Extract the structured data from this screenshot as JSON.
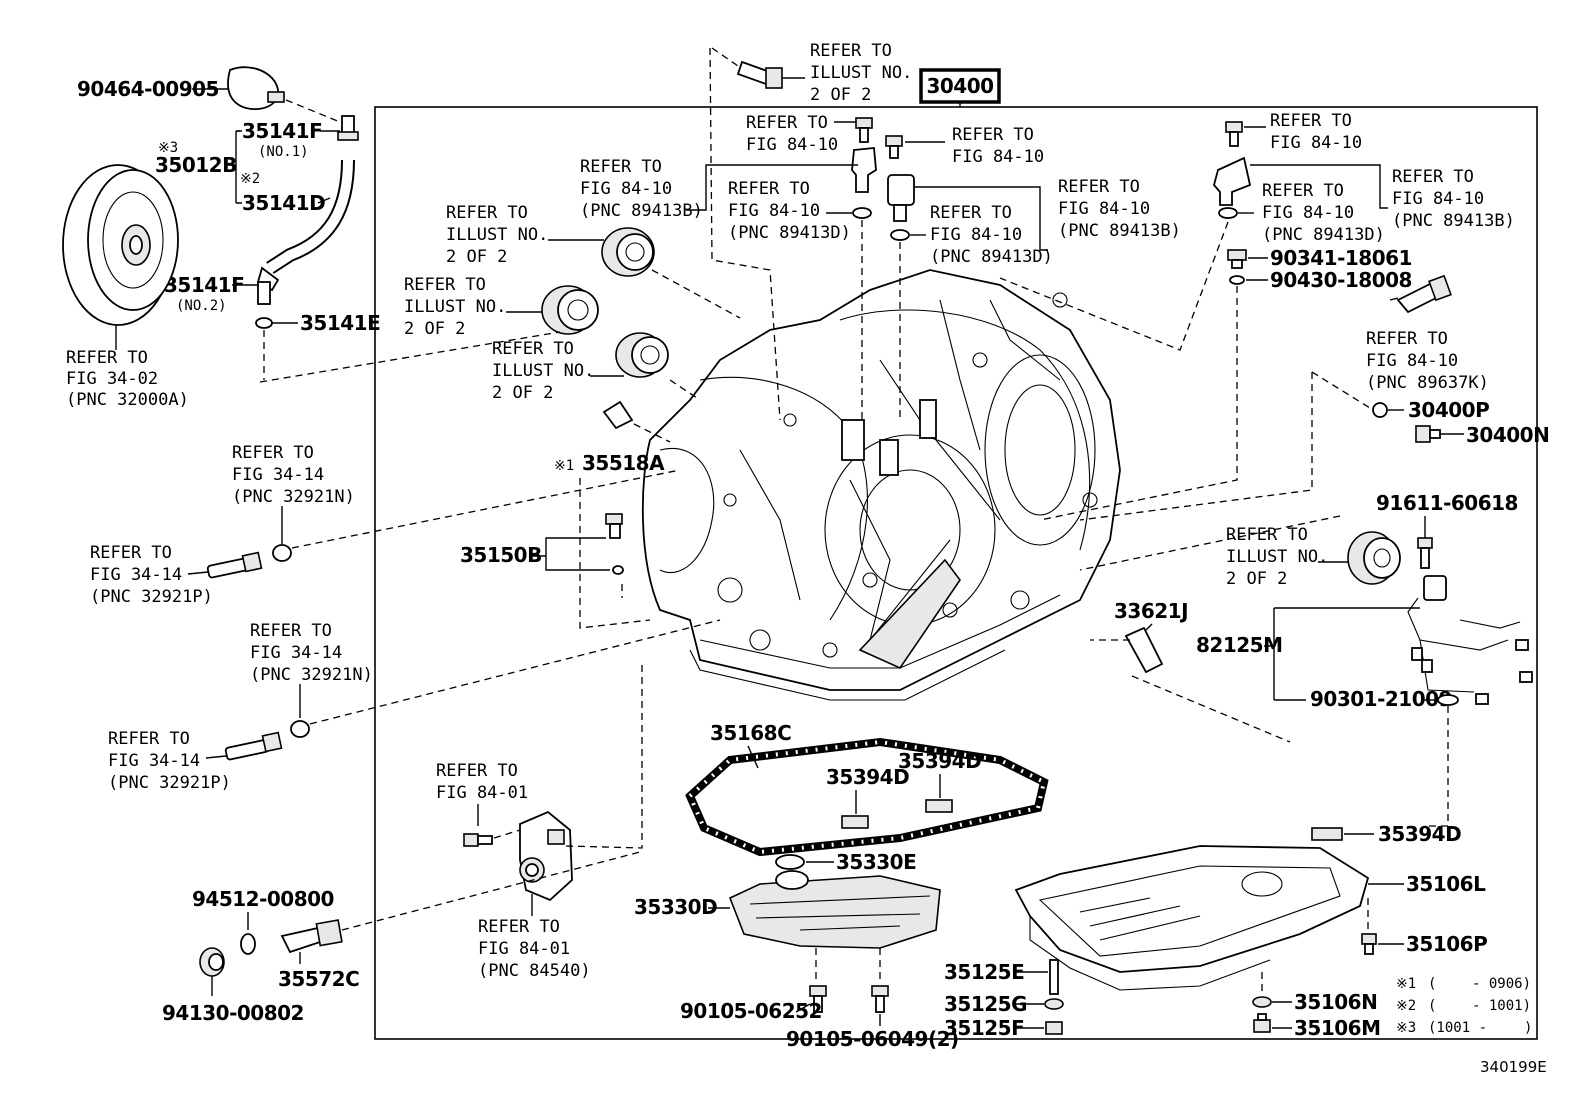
{
  "header": {
    "assembly": "30400"
  },
  "footer": {
    "figure_code": "340199E"
  },
  "notes": [
    {
      "mark": "※1",
      "open": "(",
      "range": "- 0906)"
    },
    {
      "mark": "※2",
      "open": "(",
      "range": "- 1001)"
    },
    {
      "mark": "※3",
      "open": "(1001 -",
      "range": ")"
    }
  ],
  "parts": {
    "p90464": "90464-00905",
    "p35141F_1": "35141F",
    "p35141F_1_note": "(NO.1)",
    "p35012B_mark": "※3",
    "p35012B": "35012B",
    "p35141D_mark": "※2",
    "p35141D": "35141D",
    "p35141F_2": "35141F",
    "p35141F_2_note": "(NO.2)",
    "p35141E": "35141E",
    "p35518A_mark": "※1",
    "p35518A": "35518A",
    "p35150B": "35150B",
    "p33621J": "33621J",
    "p82125M": "82125M",
    "p90301": "90301-21009",
    "p91611": "91611-60618",
    "p90341": "90341-18061",
    "p90430": "90430-18008",
    "p30400P": "30400P",
    "p30400N": "30400N",
    "p35168C": "35168C",
    "p35394D_a": "35394D",
    "p35394D_b": "35394D",
    "p35394D_c": "35394D",
    "p35330E": "35330E",
    "p35330D": "35330D",
    "p35106L": "35106L",
    "p35106P": "35106P",
    "p35125E": "35125E",
    "p35125G": "35125G",
    "p35125F": "35125F",
    "p35106N": "35106N",
    "p35106M": "35106M",
    "p90105_a": "90105-06252",
    "p90105_b": "90105-06049(2)",
    "p94512": "94512-00800",
    "p94130": "94130-00802",
    "p35572C": "35572C"
  },
  "refs": {
    "r_top": [
      "REFER TO",
      "ILLUST NO.",
      "2 OF 2"
    ],
    "r_84_10_a": [
      "REFER TO",
      "FIG 84-10"
    ],
    "r_84_10_b": [
      "REFER TO",
      "FIG 84-10"
    ],
    "r_84_10_c": [
      "REFER TO",
      "FIG 84-10",
      "(PNC 89413B)"
    ],
    "r_84_10_d": [
      "REFER TO",
      "FIG 84-10",
      "(PNC 89413D)"
    ],
    "r_84_10_e": [
      "REFER TO",
      "FIG 84-10",
      "(PNC 89413D)"
    ],
    "r_84_10_f": [
      "REFER TO",
      "FIG 84-10",
      "(PNC 89413B)"
    ],
    "r_84_10_g": [
      "REFER TO",
      "FIG 84-10"
    ],
    "r_84_10_h": [
      "REFER TO",
      "FIG 84-10",
      "(PNC 89413D)"
    ],
    "r_84_10_i": [
      "REFER TO",
      "FIG 84-10",
      "(PNC 89413B)"
    ],
    "r_84_10_k": [
      "REFER TO",
      "FIG 84-10",
      "(PNC 89637K)"
    ],
    "r_ill_a": [
      "REFER TO",
      "ILLUST NO.",
      "2 OF 2"
    ],
    "r_ill_b": [
      "REFER TO",
      "ILLUST NO.",
      "2 OF 2"
    ],
    "r_ill_c": [
      "REFER TO",
      "ILLUST NO.",
      "2 OF 2"
    ],
    "r_ill_d": [
      "REFER TO",
      "ILLUST NO.",
      "2 OF 2"
    ],
    "r_34_02": [
      "REFER TO",
      "FIG 34-02",
      "(PNC 32000A)"
    ],
    "r_34_14_a": [
      "REFER TO",
      "FIG 34-14",
      "(PNC 32921N)"
    ],
    "r_34_14_b": [
      "REFER TO",
      "FIG 34-14",
      "(PNC 32921P)"
    ],
    "r_34_14_c": [
      "REFER TO",
      "FIG 34-14",
      "(PNC 32921N)"
    ],
    "r_34_14_d": [
      "REFER TO",
      "FIG 34-14",
      "(PNC 32921P)"
    ],
    "r_84_01_a": [
      "REFER TO",
      "FIG 84-01"
    ],
    "r_84_01_b": [
      "REFER TO",
      "FIG 84-01",
      "(PNC 84540)"
    ]
  }
}
